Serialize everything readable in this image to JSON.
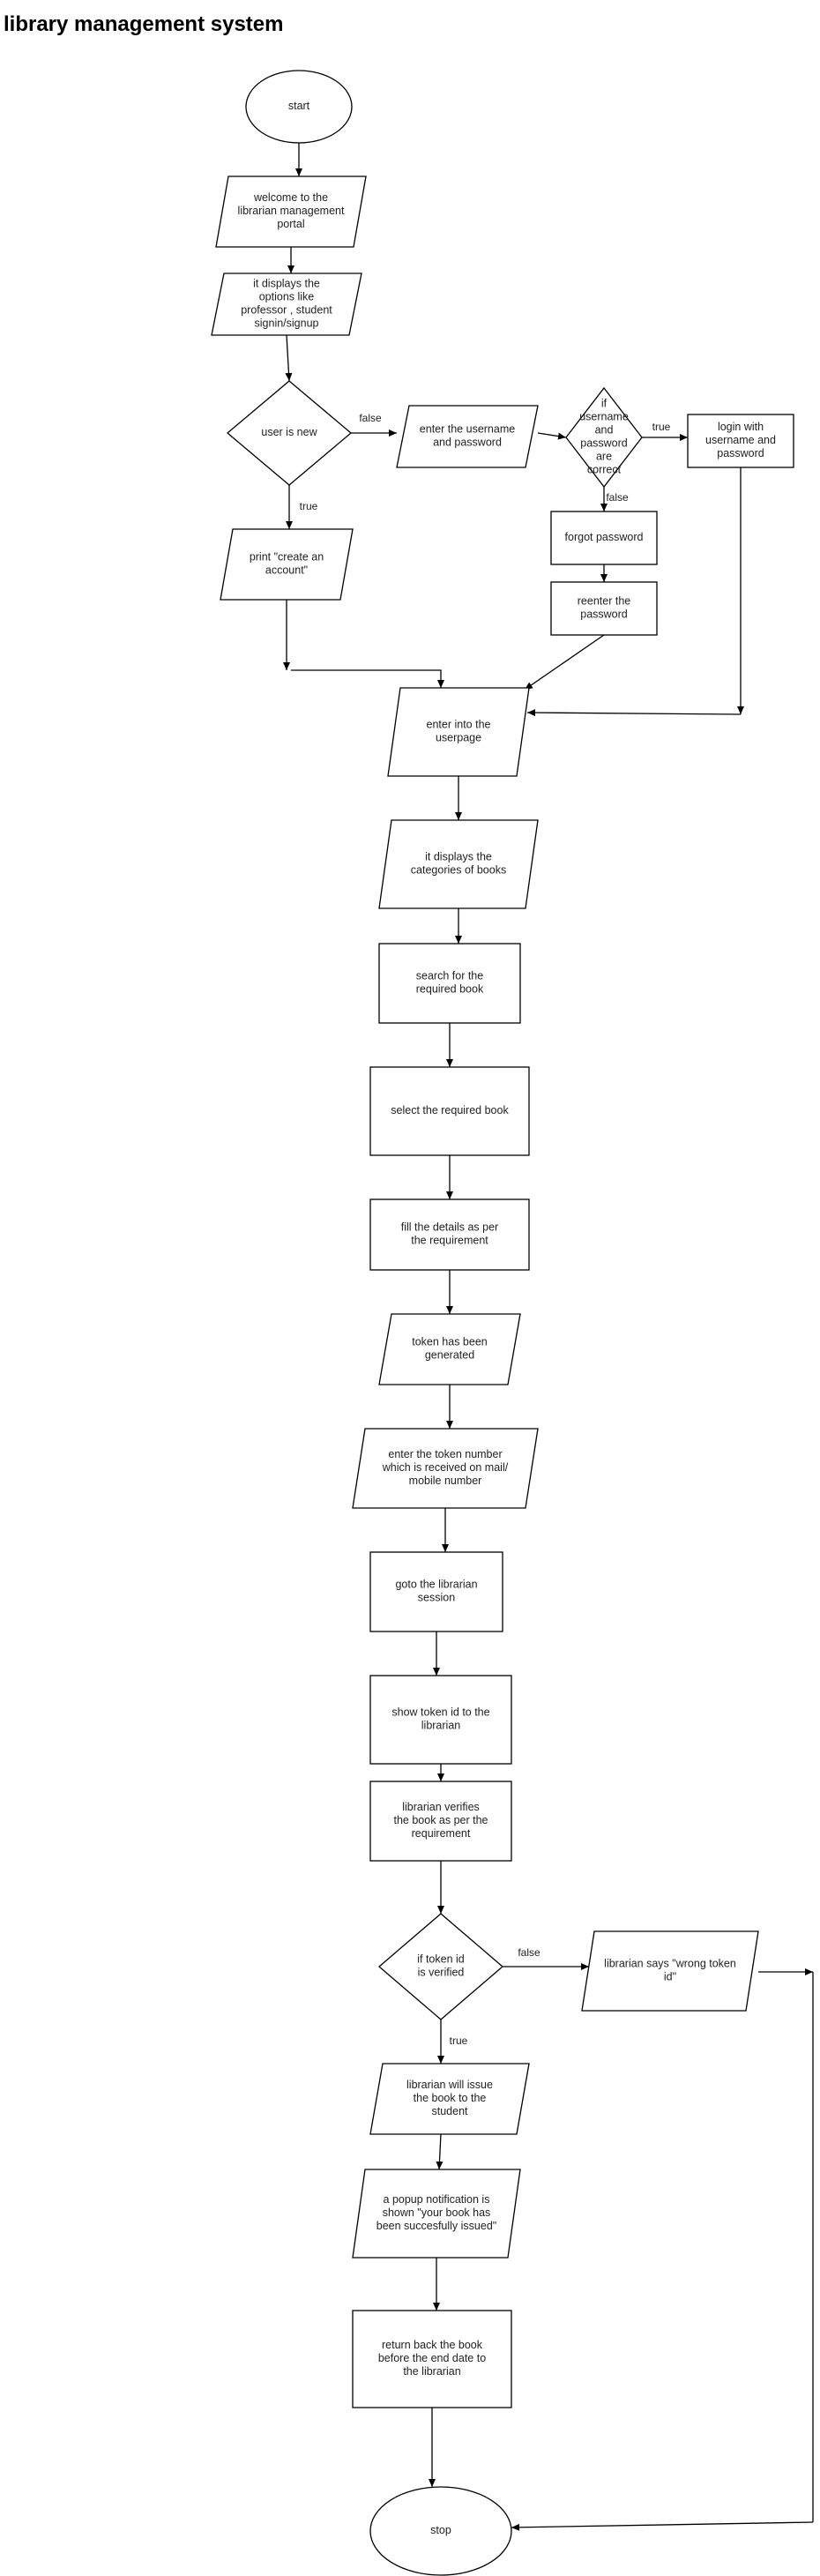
{
  "title": "library management system",
  "nodes": {
    "start": "start",
    "welcome": "welcome to the librarian management portal",
    "options": "it displays the options like professor , student signin/signup",
    "user_is_new": "user is new",
    "print_create": "print \"create an account\"",
    "enter_credentials": "enter the username and password",
    "credentials_correct": "if username and password are correct",
    "login": "login with username and password",
    "forgot_password": "forgot password",
    "reenter_password": "reenter the password",
    "userpage": "enter into the userpage",
    "categories": "it displays the categories of books",
    "search_book": "search for the required book",
    "select_book": "select the required book",
    "fill_details": "fill the details as per the requirement",
    "token_generated": "token has been generated",
    "enter_token": "enter the token number which is received on mail/ mobile number",
    "goto_session": "goto the librarian session",
    "show_token": "show token id to the librarian",
    "librarian_verifies": "librarian verifies the book as per the requirement",
    "token_verified": "if token id is verified",
    "wrong_token": "librarian says \"wrong token id\"",
    "issue_book": "librarian will issue the book to the student",
    "popup": "a popup notification is shown \"your book has been succesfully issued\"",
    "return_book": "return back the book before the end date to the librarian",
    "stop": "stop"
  },
  "edge_labels": {
    "user_new_false": "false",
    "user_new_true": "true",
    "credentials_true": "true",
    "credentials_false": "false",
    "token_false": "false",
    "token_true": "true"
  }
}
